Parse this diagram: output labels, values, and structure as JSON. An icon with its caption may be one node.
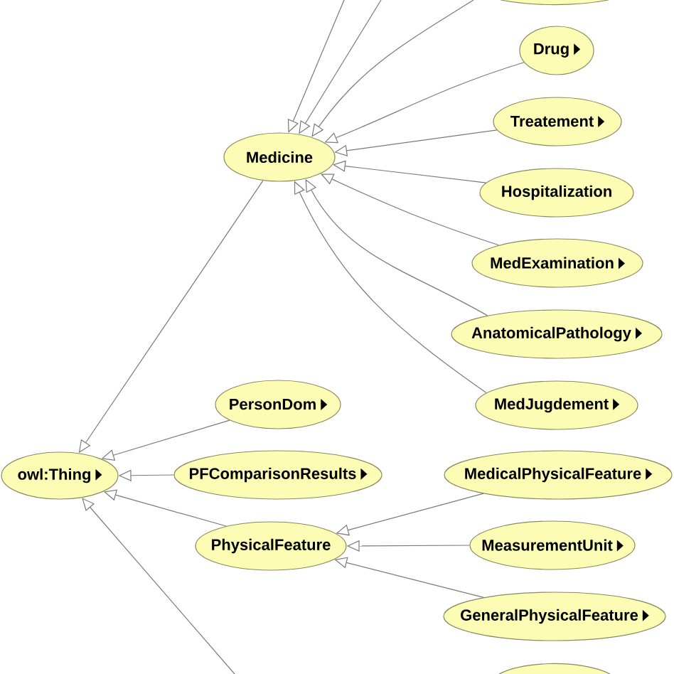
{
  "diagram": {
    "nodes": [
      {
        "text": [],
        "shape": "ellipse"
      },
      {
        "text": [
          "Drug"
        ]
      },
      {
        "text": [
          "Treatement"
        ]
      },
      {
        "text": [
          "Medicine"
        ]
      },
      {
        "text": [
          "Hospitalization"
        ]
      },
      {
        "text": [
          "MedExamination"
        ]
      },
      {
        "text": [
          "AnatomicalPathology"
        ]
      },
      {
        "text": [
          "PersonDom"
        ]
      },
      {
        "text": [
          "MedJugdement"
        ]
      },
      {
        "text": [
          "owl:Thing"
        ]
      },
      {
        "text": [
          "PFComparisonResults"
        ]
      },
      {
        "text": [
          "MedicalPhysicalFeature"
        ]
      },
      {
        "text": [
          "PhysicalFeature"
        ]
      },
      {
        "text": [
          "MeasurementUnit"
        ]
      },
      {
        "text": [
          "GeneralPhysicalFeature"
        ]
      },
      {
        "text": [],
        "shape": "ellipse"
      }
    ],
    "edges": [
      {
        "from": null,
        "to": 3,
        "arrow": "to"
      },
      {
        "from": null,
        "to": 3,
        "arrow": "to"
      },
      {
        "from": null,
        "to": 3,
        "arrow": "to"
      },
      {
        "from": 1,
        "to": 3,
        "arrow": "to"
      },
      {
        "from": 2,
        "to": 3,
        "arrow": "to"
      },
      {
        "from": 4,
        "to": 3,
        "arrow": "to"
      },
      {
        "from": 5,
        "to": 3,
        "arrow": "to"
      },
      {
        "from": 6,
        "to": 3,
        "arrow": "to"
      },
      {
        "from": 8,
        "to": 3,
        "arrow": "to"
      },
      {
        "from": 3,
        "to": 9,
        "arrow": "to"
      },
      {
        "from": 7,
        "to": 9,
        "arrow": "to"
      },
      {
        "from": 10,
        "to": 9,
        "arrow": "to"
      },
      {
        "from": 12,
        "to": 9,
        "arrow": "to"
      },
      {
        "from": null,
        "to": 9,
        "arrow": "to"
      },
      {
        "from": 11,
        "to": 12,
        "arrow": "to"
      },
      {
        "from": 13,
        "to": 12,
        "arrow": "to"
      },
      {
        "from": 14,
        "to": 12,
        "arrow": "to"
      }
    ]
  }
}
